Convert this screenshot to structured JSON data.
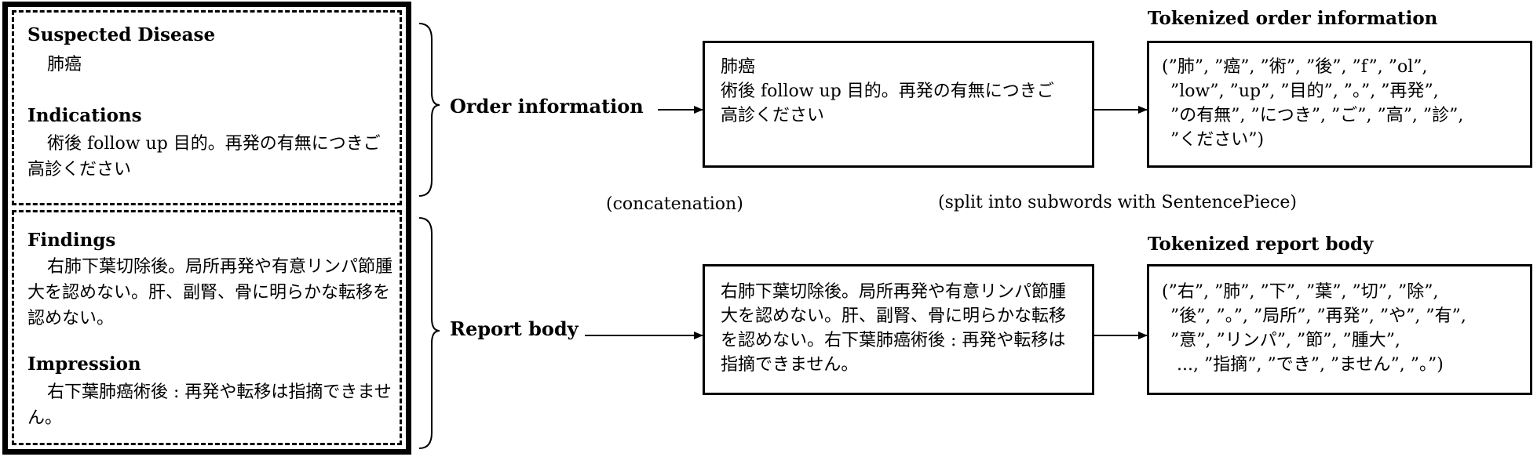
{
  "left_panel": {
    "suspected_disease_title": "Suspected Disease",
    "suspected_disease_text": "肺癌",
    "indications_title": "Indications",
    "indications_text": "術後 follow up 目的。再発の有無につきご高診ください",
    "findings_title": "Findings",
    "findings_text": "右肺下葉切除後。局所再発や有意リンパ節腫大を認めない。肝、副腎、骨に明らかな転移を認めない。",
    "impression_title": "Impression",
    "impression_text": "右下葉肺癌術後 : 再発や転移は指摘できません。"
  },
  "labels": {
    "order_information": "Order information",
    "report_body": "Report body",
    "concatenation": "(concatenation)",
    "split_note": "(split into subwords with SentencePiece)",
    "tokenized_order_title": "Tokenized order information",
    "tokenized_report_title": "Tokenized report body"
  },
  "order_box": {
    "line1": "肺癌",
    "line2": "術後 follow up 目的。再発の有無につきご高診ください"
  },
  "report_box": {
    "text": "右肺下葉切除後。局所再発や有意リンパ節腫大を認めない。肝、副腎、骨に明らかな転移を認めない。右下葉肺癌術後 : 再発や転移は指摘できません。"
  },
  "tokenized_order": {
    "l1": "(”肺”, ”癌”, ”術”, ”後”, ”f”, ”ol”,",
    "l2": "”low”, ”up”, ”目的”, ”。”, ”再発”,",
    "l3": "”の有無”, ”につき”, ”ご”, ”高”, ”診”,",
    "l4": "”ください”)"
  },
  "tokenized_report": {
    "l1": "(”右”, ”肺”, ”下”, ”葉”, ”切”, ”除”,",
    "l2": "”後”, ”。”, ”局所”, ”再発”, ”や”, ”有”,",
    "l3": "”意”, ”リンパ”, ”節”, ”腫大”,",
    "l4": "..., ”指摘”, ”でき”, ”ません”, ”。”)"
  }
}
